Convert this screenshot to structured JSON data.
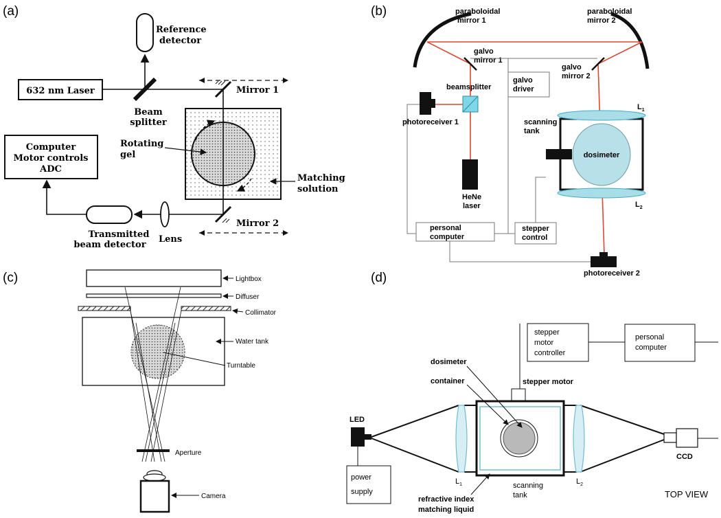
{
  "panels": {
    "a": {
      "letter": "(a)",
      "laser": "632  nm  Laser",
      "reference_detector": [
        "Reference",
        "detector"
      ],
      "beam_splitter": [
        "Beam",
        "splitter"
      ],
      "mirror1": "Mirror  1",
      "mirror2": "Mirror  2",
      "rotating_gel": [
        "Rotating",
        "gel"
      ],
      "matching_solution": [
        "Matching",
        "solution"
      ],
      "computer": [
        "Computer",
        "Motor  controls",
        "ADC"
      ],
      "transmitted_detector": [
        "Transmitted",
        "beam  detector"
      ],
      "lens": "Lens"
    },
    "b": {
      "letter": "(b)",
      "paraboloidal_mirror1": [
        "paraboloidal",
        "mirror 1"
      ],
      "paraboloidal_mirror2": [
        "paraboloidal",
        "mirror 2"
      ],
      "galvo_mirror1": [
        "galvo",
        "mirror 1"
      ],
      "galvo_mirror2": [
        "galvo",
        "mirror 2"
      ],
      "galvo_driver": [
        "galvo",
        "driver"
      ],
      "beamsplitter": "beamsplitter",
      "photoreceiver1": "photoreceiver 1",
      "photoreceiver2": "photoreceiver 2",
      "scanning_tank": [
        "scanning",
        "tank"
      ],
      "dosimeter": "dosimeter",
      "l1": "L",
      "l1_sub": "1",
      "l2": "L",
      "l2_sub": "2",
      "hene_laser": [
        "HeNe",
        "laser"
      ],
      "personal_computer": [
        "personal",
        "computer"
      ],
      "stepper_control": [
        "stepper",
        "control"
      ]
    },
    "c": {
      "letter": "(c)",
      "lightbox": "Lightbox",
      "diffuser": "Diffuser",
      "collimator": "Collimator",
      "water_tank": "Water tank",
      "turntable": "Turntable",
      "aperture": "Aperture",
      "camera": "Camera"
    },
    "d": {
      "letter": "(d)",
      "stepper_motor_controller": [
        "stepper",
        "motor",
        "controller"
      ],
      "personal_computer": [
        "personal",
        "computer"
      ],
      "dosimeter": "dosimeter",
      "container": "container",
      "stepper_motor": "stepper motor",
      "led": "LED",
      "ccd": "CCD",
      "power_supply": [
        "power",
        "supply"
      ],
      "l1": "L",
      "l1_sub": "1",
      "l2": "L",
      "l2_sub": "2",
      "scanning_tank": [
        "scanning",
        "tank"
      ],
      "refractive_index": [
        "refractive index",
        "matching liquid"
      ],
      "top_view": "TOP VIEW"
    }
  },
  "colors": {
    "beam_red": "#e8432a",
    "lens_blue": "#a9dde8",
    "lens_edge": "#3aaec9",
    "dosimeter_blue": "#b7e0e8",
    "ink": "#111111"
  }
}
